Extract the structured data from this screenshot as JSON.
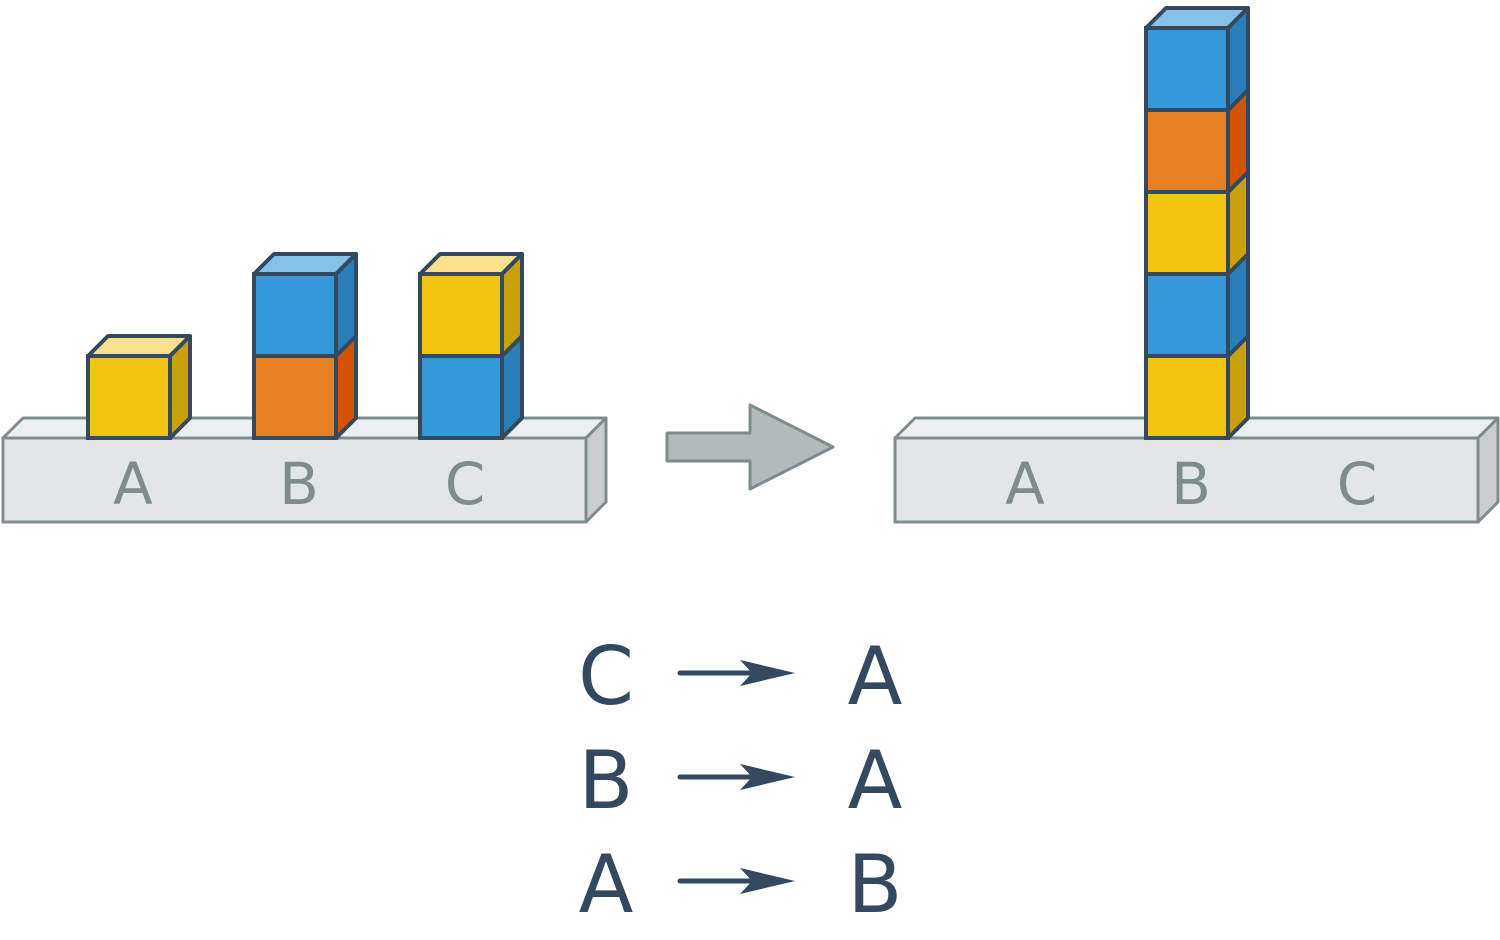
{
  "colors": {
    "yellow": {
      "front": "#f1c40f",
      "top": "#f9e08a",
      "side": "#c9a20b"
    },
    "blue": {
      "front": "#3498db",
      "top": "#85c1e9",
      "side": "#2a7fb8"
    },
    "orange": {
      "front": "#e67e22",
      "top": "#f0a868",
      "side": "#d35400"
    },
    "outline": "#34495e",
    "platform_face": "#e3e6e7",
    "platform_top": "#eceff0",
    "platform_side": "#c9cdce",
    "platform_edge": "#7f8c8d",
    "label": "#7f8c8d",
    "transition_arrow": "#b2baba",
    "move_text": "#34495e"
  },
  "initial_state": {
    "pegs": [
      "A",
      "B",
      "C"
    ],
    "stacks": [
      {
        "peg": "A",
        "blocks_bottom_to_top": [
          "yellow"
        ]
      },
      {
        "peg": "B",
        "blocks_bottom_to_top": [
          "orange",
          "blue"
        ]
      },
      {
        "peg": "C",
        "blocks_bottom_to_top": [
          "blue",
          "yellow"
        ]
      }
    ]
  },
  "final_state": {
    "pegs": [
      "A",
      "B",
      "C"
    ],
    "stacks": [
      {
        "peg": "A",
        "blocks_bottom_to_top": []
      },
      {
        "peg": "B",
        "blocks_bottom_to_top": [
          "yellow",
          "blue",
          "yellow",
          "orange",
          "blue"
        ]
      },
      {
        "peg": "C",
        "blocks_bottom_to_top": []
      }
    ]
  },
  "moves": [
    {
      "from": "C",
      "to": "A"
    },
    {
      "from": "B",
      "to": "A"
    },
    {
      "from": "A",
      "to": "B"
    }
  ]
}
